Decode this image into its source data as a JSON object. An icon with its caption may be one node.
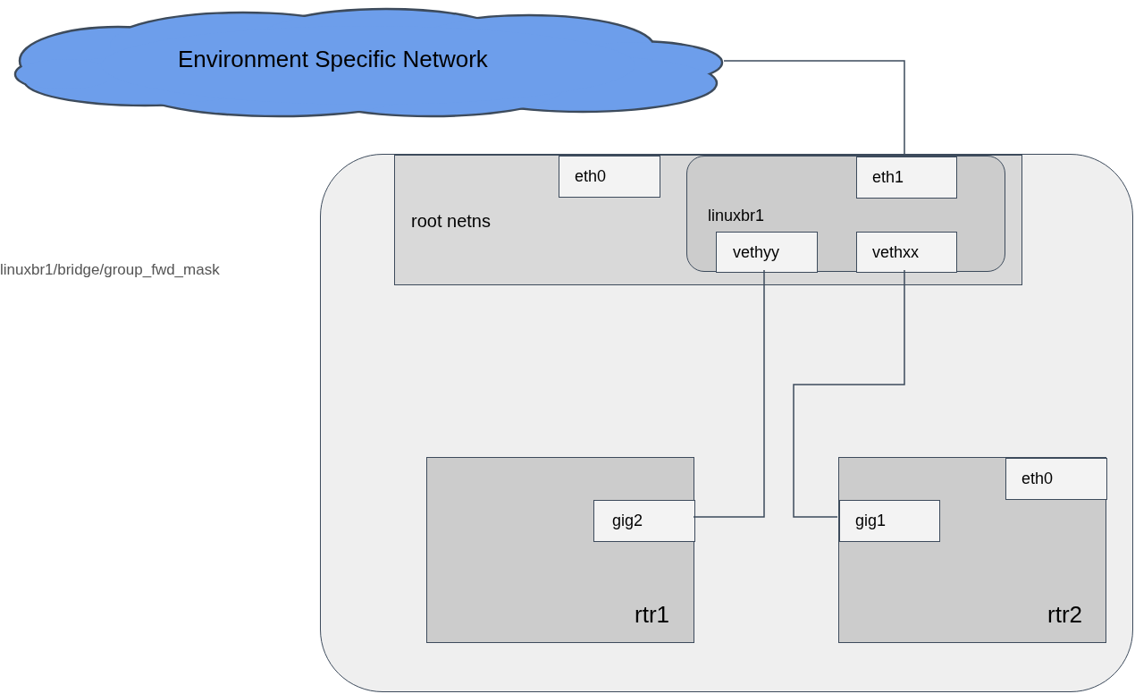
{
  "diagram": {
    "nodes": [
      {
        "text": [
          "Environment Specific Network"
        ]
      },
      {
        "text": [],
        "shape": "box"
      },
      {
        "text": [
          "root netns"
        ],
        "in": 1
      },
      {
        "text": [
          "eth0"
        ],
        "in": 2
      },
      {
        "text": [
          "linuxbr1"
        ],
        "in": 2
      },
      {
        "text": [
          "eth1"
        ],
        "in": 4
      },
      {
        "text": [
          "vethyy"
        ],
        "in": 4
      },
      {
        "text": [
          "vethxx"
        ],
        "in": 4
      },
      {
        "text": [
          "rtr1"
        ],
        "in": 1
      },
      {
        "text": [
          "gig2"
        ],
        "in": 8
      },
      {
        "text": [
          "rtr2"
        ],
        "in": 1
      },
      {
        "text": [
          "eth0"
        ],
        "in": 10
      },
      {
        "text": [
          "gig1"
        ],
        "in": 10
      }
    ],
    "edges": [
      {
        "from": 0,
        "to": 5,
        "arrow": "none"
      },
      {
        "from": 6,
        "to": 9,
        "arrow": "none"
      },
      {
        "from": 7,
        "to": 12,
        "arrow": "none"
      }
    ],
    "labels": [
      "linuxbr1/bridge/group_fwd_mask"
    ]
  }
}
